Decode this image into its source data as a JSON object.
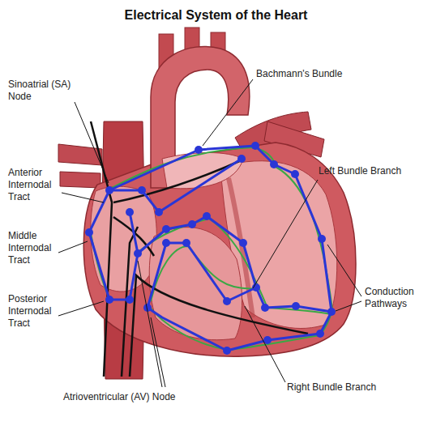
{
  "diagram": {
    "title": "Electrical System of the Heart",
    "labels": [
      "Sinoatrial (SA) Node",
      "Anterior Internodal Tract",
      "Middle Internodal Tract",
      "Posterior Internodal Tract",
      "Atrioventricular (AV) Node",
      "Bachmann's Bundle",
      "Left Bundle Branch",
      "Conduction Pathways",
      "Right Bundle Branch"
    ]
  }
}
